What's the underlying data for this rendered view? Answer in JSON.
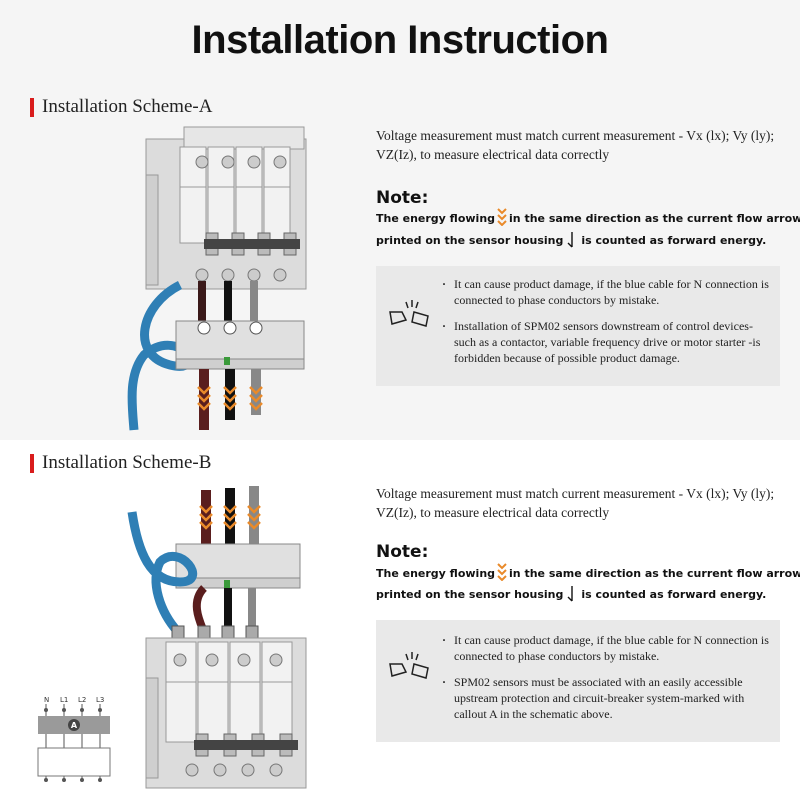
{
  "title": "Installation Instruction",
  "scheme_a": {
    "heading": "Installation Scheme-A",
    "voltage_text": "Voltage measurement must match current measurement - Vx (lx); Vy (ly); VZ(Iz), to measure electrical data correctly",
    "note_heading": "Note:",
    "note_line1_a": "The energy flowing",
    "note_line1_b": "in the same direction as the current flow arrow",
    "note_line2_a": "printed on the sensor housing",
    "note_line2_b": "is counted as forward energy.",
    "bullets": [
      "It can cause product damage, if the blue cable for N connection is connected to phase conductors by mistake.",
      "Installation of SPM02 sensors downstream of control devices-such as a contactor, variable frequency drive or motor starter -is forbidden because of possible product damage."
    ]
  },
  "scheme_b": {
    "heading": "Installation Scheme-B",
    "voltage_text": "Voltage measurement must match current measurement - Vx (lx); Vy (ly); VZ(Iz), to measure electrical data correctly",
    "note_heading": "Note:",
    "note_line1_a": "The energy flowing",
    "note_line1_b": "in the same direction as the current flow arrow",
    "note_line2_a": "printed on the sensor housing",
    "note_line2_b": "is counted as forward energy.",
    "bullets": [
      "It can cause product damage, if the blue cable for N connection is connected to phase conductors by mistake.",
      "SPM02 sensors must be associated with an easily accessible upstream protection and circuit-breaker system-marked with callout A in the schematic above."
    ],
    "schematic": {
      "labels": [
        "N",
        "L1",
        "L2",
        "L3"
      ],
      "callout": "A"
    }
  },
  "icons": {
    "orange_arrow": "orange-down-chevrons-icon",
    "down_arrow": "down-arrow-icon",
    "warning": "broken-cable-warning-icon"
  },
  "colors": {
    "accent_red": "#d91c1c",
    "cable_blue": "#2f7fb5",
    "flow_orange": "#e98a2a",
    "panel_gray": "#e9e9e9"
  }
}
